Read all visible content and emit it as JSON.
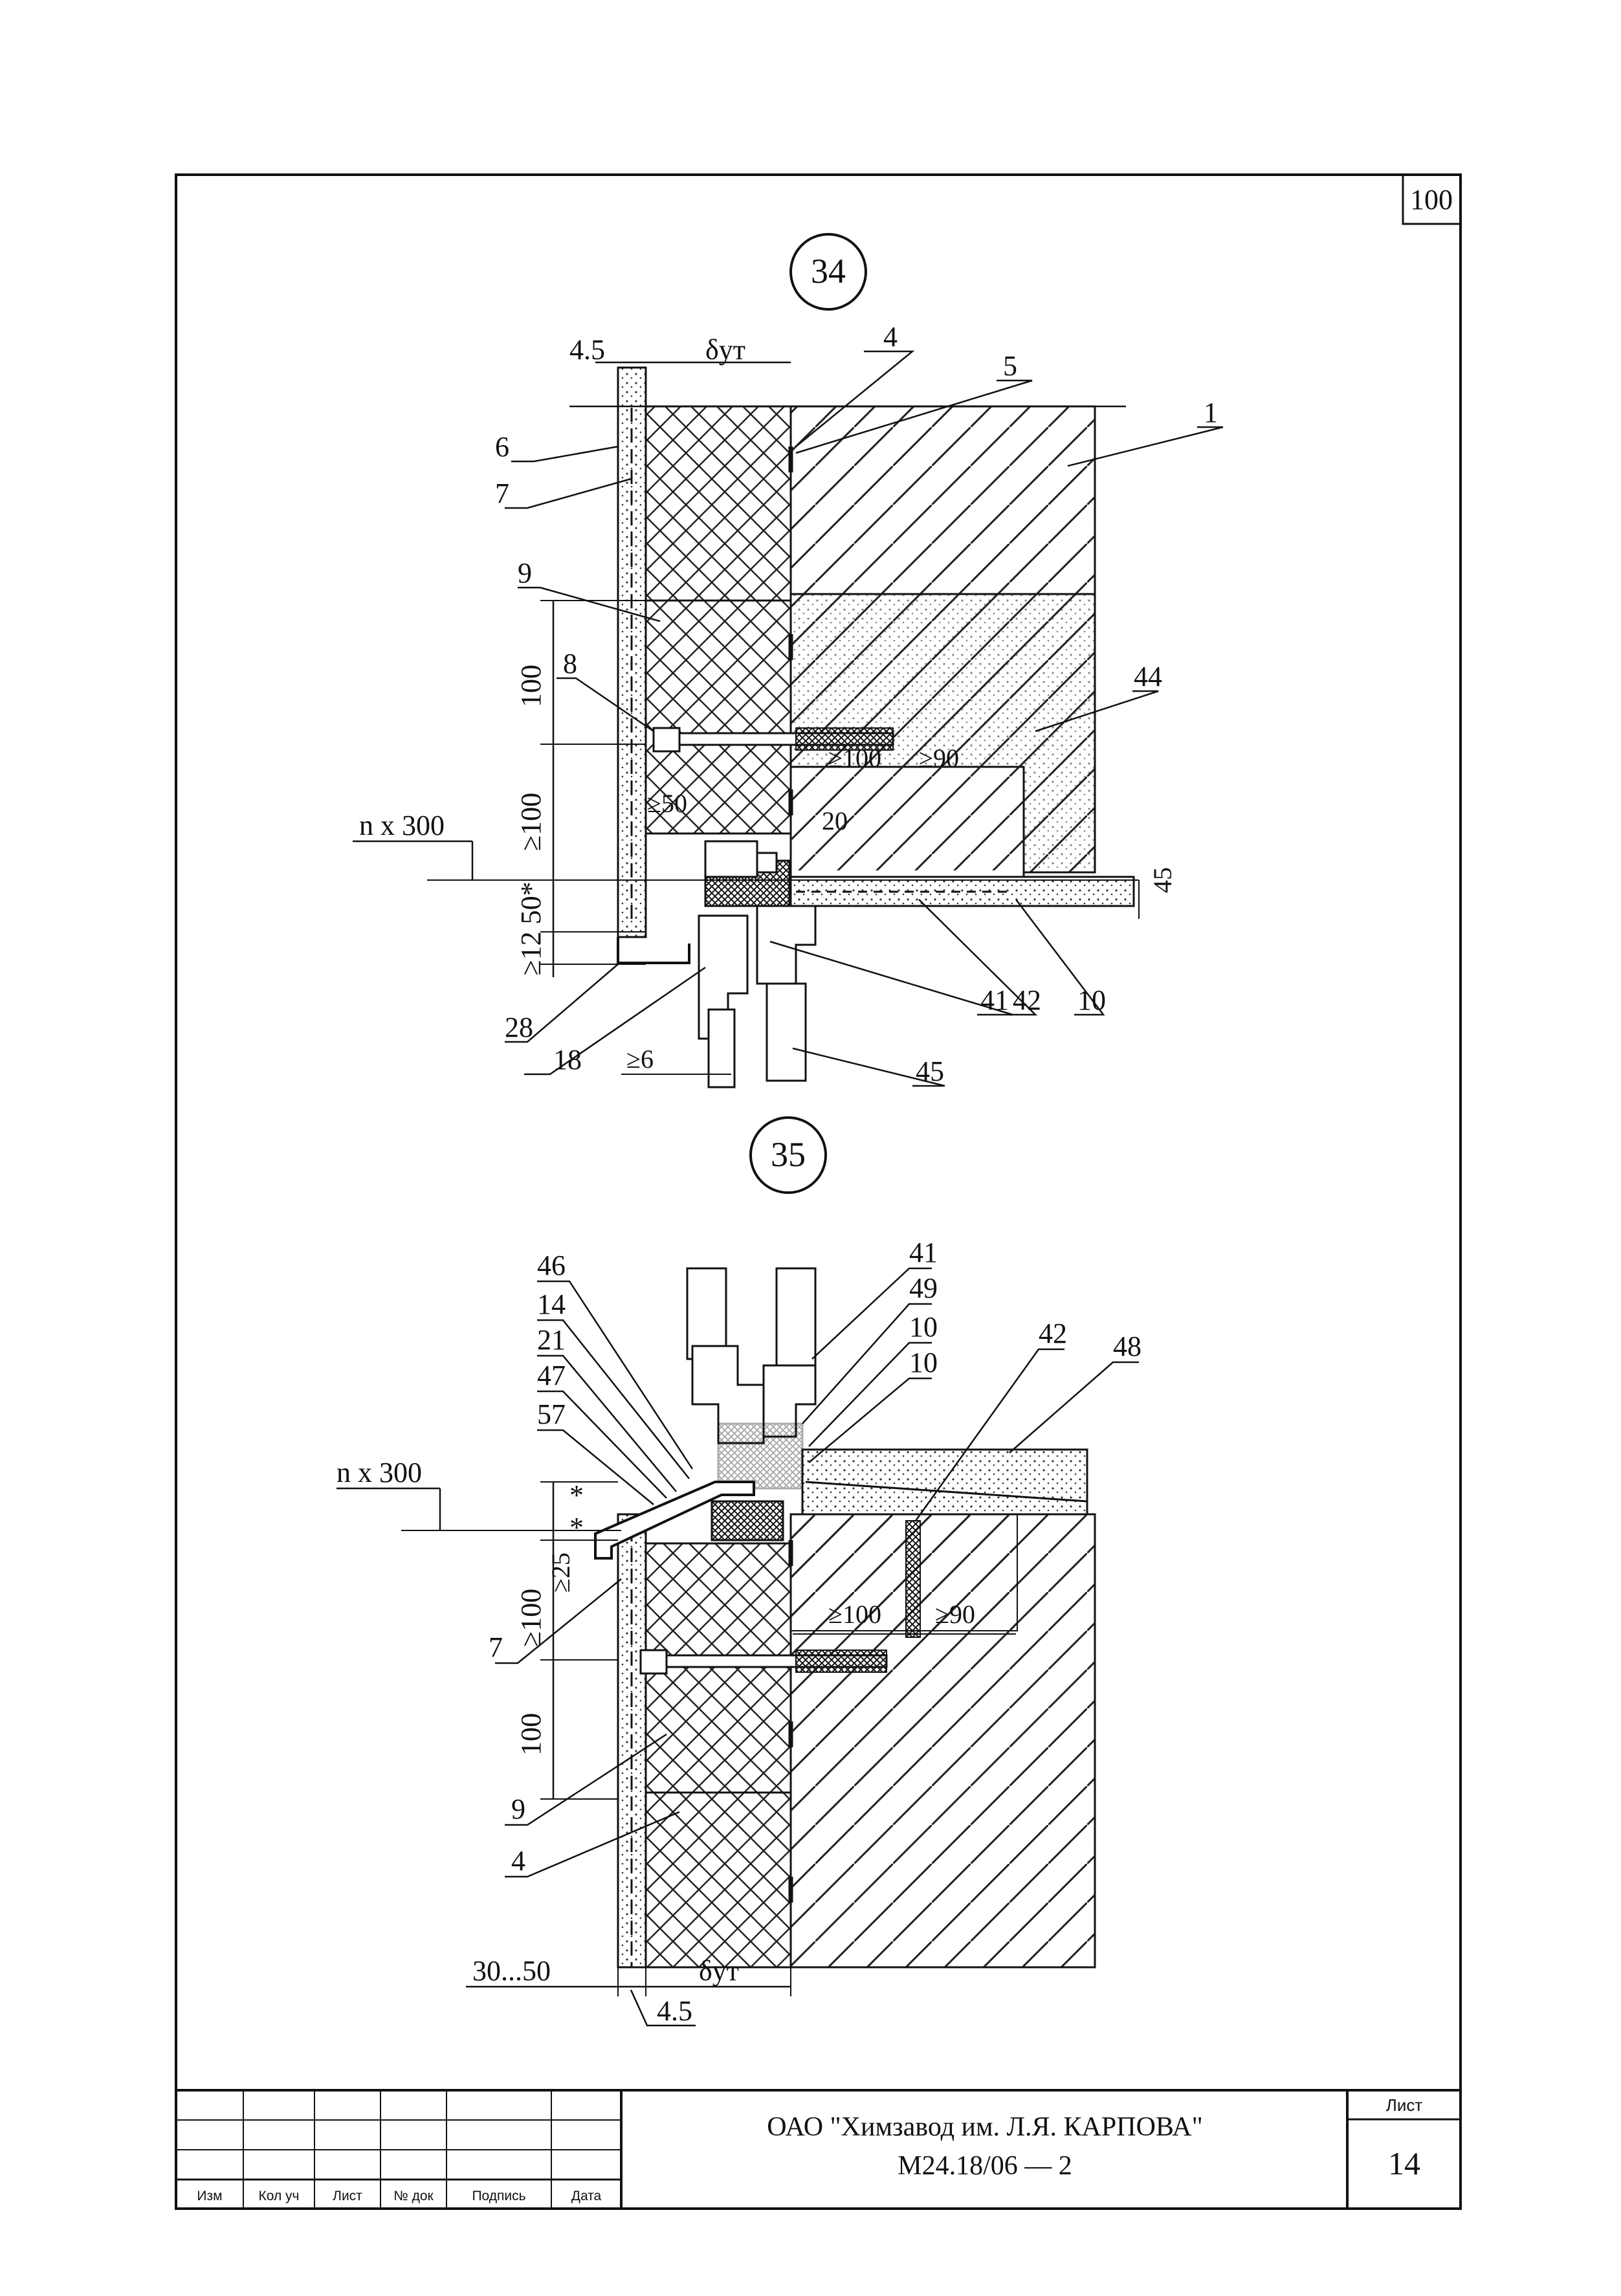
{
  "sheet_corner_number": "100",
  "details": [
    {
      "id": "34",
      "labels": {
        "top_left_dim": "4.5",
        "insulation_dim": "δут",
        "n_x_300": "n x 300",
        "d100_a": "100",
        "d100_b": "≥100",
        "d50_12": "≥12 50*",
        "d50": "≥50",
        "d20": "20",
        "d100_anchor": "≥100",
        "d90": "≥90",
        "d45": "45",
        "d6": "≥6",
        "p1": "1",
        "p4": "4",
        "p5": "5",
        "p6": "6",
        "p7": "7",
        "p8": "8",
        "p9": "9",
        "p10": "10",
        "p18": "18",
        "p28": "28",
        "p41": "41",
        "p42": "42",
        "p44": "44",
        "p45": "45"
      }
    },
    {
      "id": "35",
      "labels": {
        "n_x_300": "n x 300",
        "star_a": "*",
        "star_b": "*",
        "d25": "≥25",
        "d100_a": "≥100",
        "d100_b": "100",
        "d100_anchor": "≥100",
        "d90": "≥90",
        "bottom_dim_a": "30...50",
        "bottom_dim_b": "4.5",
        "insulation_dim": "δут",
        "p4": "4",
        "p7": "7",
        "p9": "9",
        "p10a": "10",
        "p10b": "10",
        "p14": "14",
        "p21": "21",
        "p41": "41",
        "p42": "42",
        "p46": "46",
        "p47": "47",
        "p48": "48",
        "p49": "49",
        "p57": "57"
      }
    }
  ],
  "title_block": {
    "columns": [
      "Изм",
      "Кол уч",
      "Лист",
      "№ док",
      "Подпись",
      "Дата"
    ],
    "organization": "ОАО \"Химзавод им. Л.Я. КАРПОВА\"",
    "document_code": "М24.18/06 — 2",
    "sheet_label": "Лист",
    "sheet_number": "14"
  }
}
